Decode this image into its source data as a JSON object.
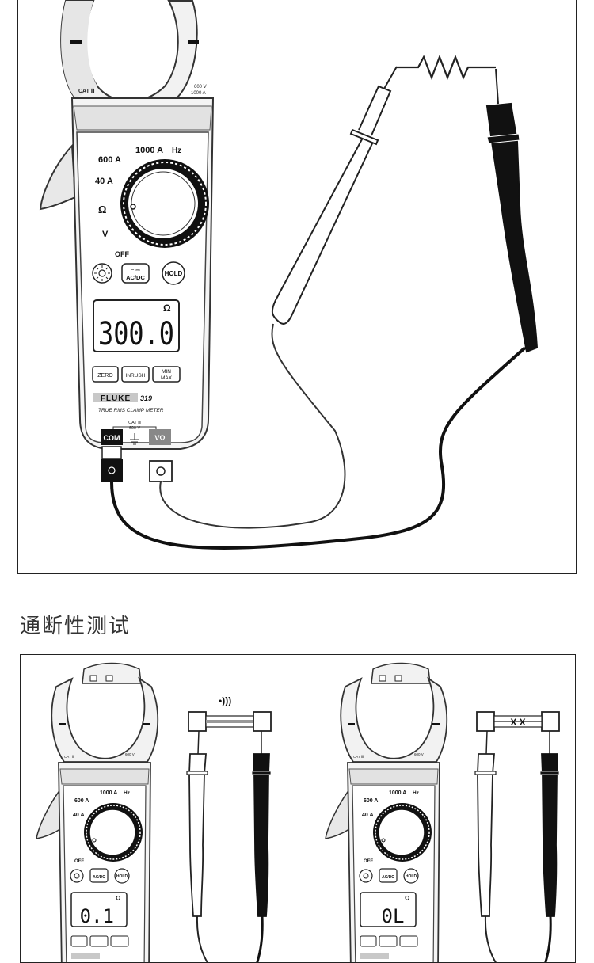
{
  "top_meter": {
    "cat_left": "CAT Ⅲ",
    "cat_right_line1": "600 V",
    "cat_right_line2": "1000 A",
    "dial_labels": {
      "a1000": "1000 A",
      "hz": "Hz",
      "a600": "600 A",
      "a40": "40 A",
      "ohm": "Ω",
      "volt": "V",
      "off": "OFF"
    },
    "buttons": {
      "acdc": "AC/DC",
      "hold": "HOLD",
      "zero": "ZERO",
      "inrush": "INRUSH",
      "min": "MIN",
      "max": "MAX"
    },
    "display": {
      "unit": "Ω",
      "reading": "300.0"
    },
    "brand": "FLUKE",
    "model": "319",
    "subtitle": "TRUE RMS CLAMP METER",
    "jack_cat_line1": "CAT Ⅲ",
    "jack_cat_line2": "600 V",
    "com_label": "COM",
    "vohm_label": "VΩ"
  },
  "section_title": "通断性测试",
  "bottom_left_meter": {
    "reading": "0.1",
    "sound_icon_text": "•)))"
  },
  "bottom_right_meter": {
    "reading": "0L",
    "break_marks": "X  X"
  },
  "small_meter_labels": {
    "a1000": "1000 A",
    "hz": "Hz",
    "a600": "600 A",
    "a40": "40 A",
    "off": "OFF",
    "acdc": "AC/DC",
    "hold": "HOLD",
    "unit": "Ω",
    "cat_left": "CAT Ⅲ",
    "cat_right": "600 V"
  }
}
